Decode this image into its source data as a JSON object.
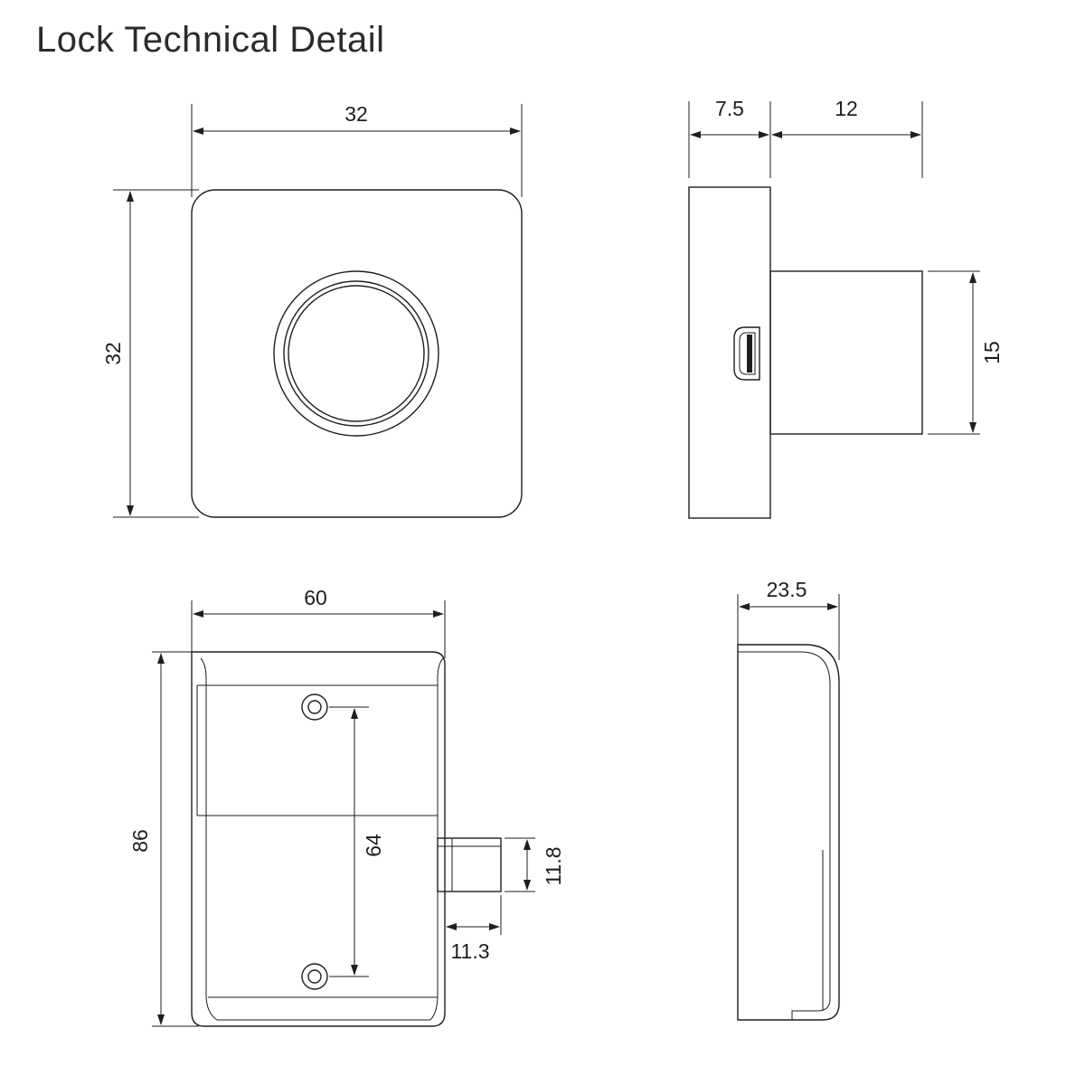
{
  "title": "Lock Technical Detail",
  "colors": {
    "line": "#1e1e1e",
    "background": "#ffffff"
  },
  "views": {
    "front": {
      "width": "32",
      "height": "32"
    },
    "side": {
      "plate_depth": "7.5",
      "body_depth": "12",
      "body_height": "15"
    },
    "back": {
      "width": "60",
      "height": "86",
      "hole_spacing": "64",
      "bolt_height": "11.8",
      "bolt_length": "11.3"
    },
    "profile": {
      "depth": "23.5"
    }
  }
}
